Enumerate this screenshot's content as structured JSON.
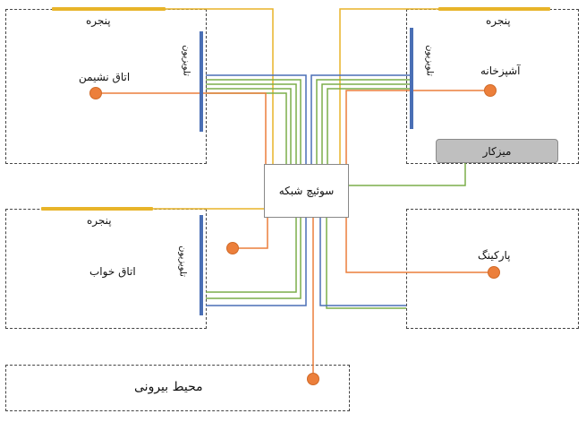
{
  "rooms": {
    "living": {
      "name": "اتاق نشیمن",
      "window": "پنجره",
      "tv": "تلویزیون"
    },
    "kitchen": {
      "name": "آشپزخانه",
      "window": "پنجره",
      "tv": "تلویزیون",
      "desk": "میزکار"
    },
    "bedroom": {
      "name": "اتاق خواب",
      "window": "پنجره",
      "tv": "تلویزیون"
    },
    "parking": {
      "name": "پارکینگ"
    },
    "outside": {
      "name": "محیط بیرونی"
    }
  },
  "switch": {
    "label": "سوئیچ شبکه"
  },
  "colors": {
    "yellow": "#e8b429",
    "blue": "#4a6fb5",
    "green": "#7cae4a",
    "orange": "#ec7f3b",
    "border": "#444444"
  }
}
